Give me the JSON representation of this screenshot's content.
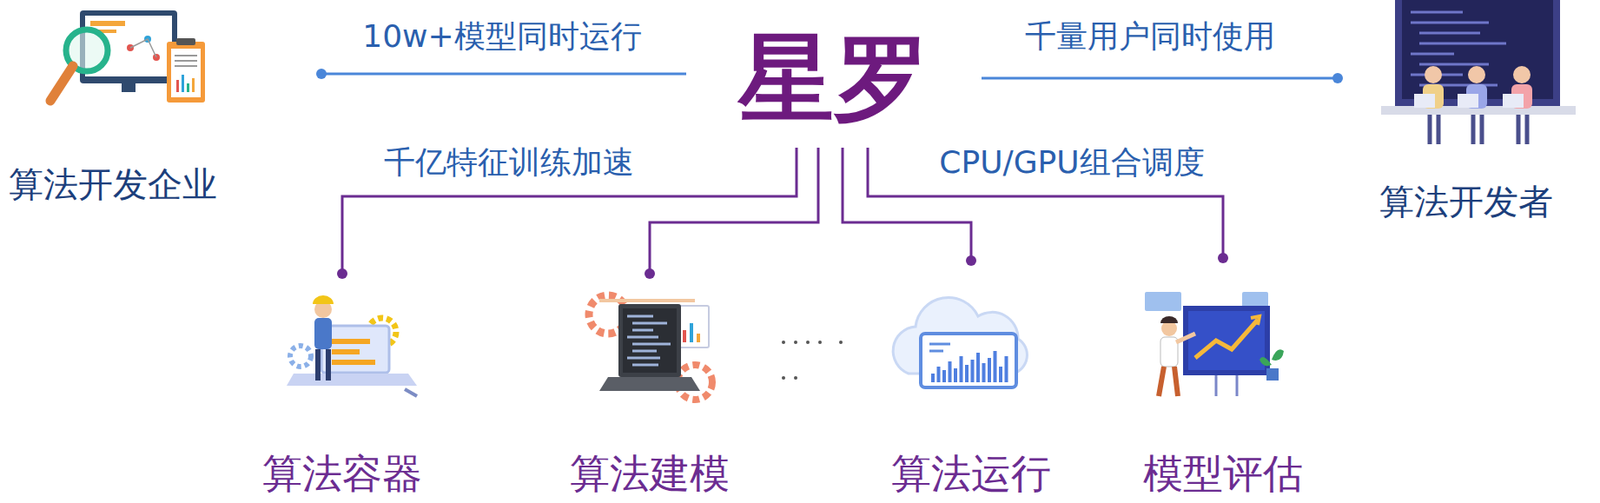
{
  "diagram": {
    "title": "星罗",
    "nodes": [
      {
        "text": [
          "星罗"
        ]
      },
      {
        "text": [
          "算法开发企业"
        ]
      },
      {
        "text": [
          "算法开发者"
        ]
      },
      {
        "text": [
          "算法容器"
        ]
      },
      {
        "text": [
          "算法建模"
        ]
      },
      {
        "text": [
          "算法运行"
        ]
      },
      {
        "text": [
          "模型评估"
        ]
      }
    ],
    "edges": [
      {
        "from": 1,
        "to": 0,
        "label": "10w+模型同时运行",
        "arrow": "none"
      },
      {
        "from": 0,
        "to": 2,
        "label": "千量用户同时使用",
        "arrow": "none"
      },
      {
        "from": 0,
        "to": 3,
        "label": "千亿特征训练加速",
        "arrow": "none"
      },
      {
        "from": 0,
        "to": 4,
        "arrow": "none"
      },
      {
        "from": 0,
        "to": 5,
        "arrow": "none"
      },
      {
        "from": 0,
        "to": 6,
        "label": "CPU/GPU组合调度",
        "arrow": "none"
      }
    ]
  }
}
